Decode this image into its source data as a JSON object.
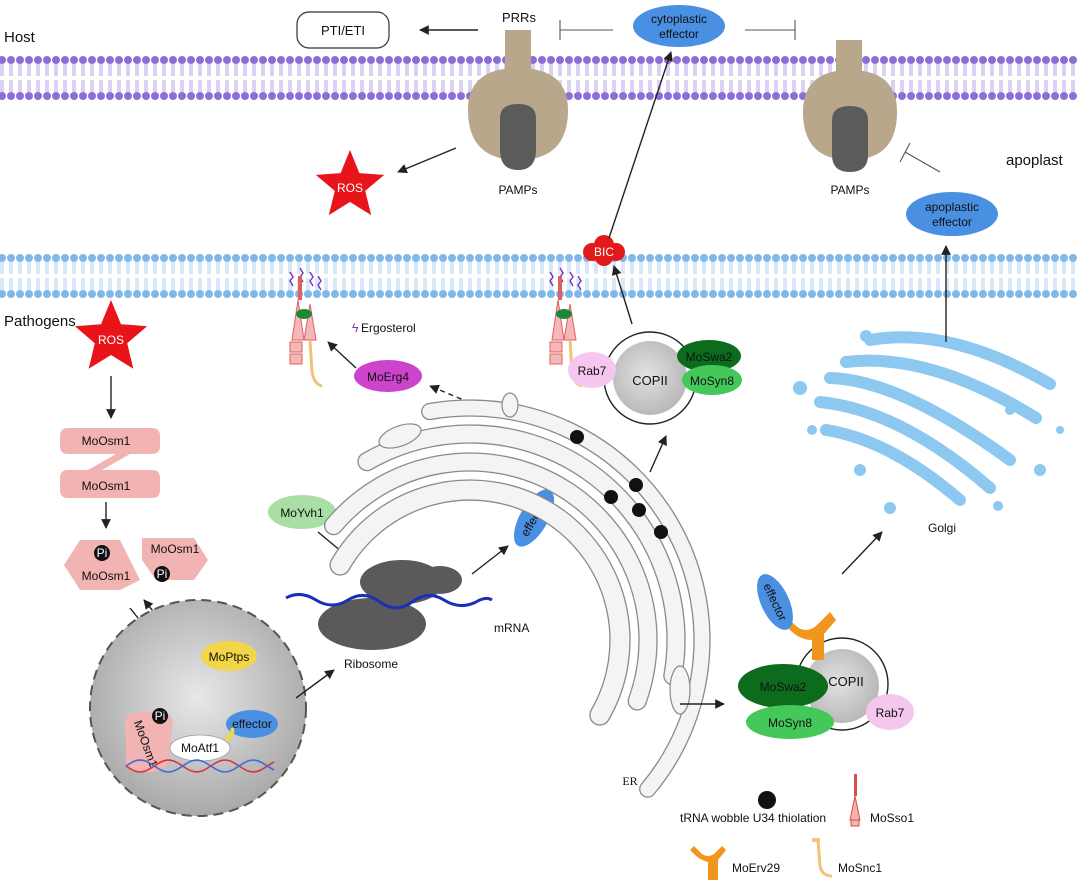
{
  "labels": {
    "host": "Host",
    "pathogens": "Pathogens",
    "apoplast": "apoplast",
    "pti_eti": "PTI/ETI",
    "prrs": "PRRs",
    "pamps_left": "PAMPs",
    "pamps_right": "PAMPs",
    "ros_host": "ROS",
    "ros_pathogen": "ROS",
    "cytoplastic_effector_1": "cytoplastic",
    "cytoplastic_effector_2": "effector",
    "apoplastic_effector_1": "apoplastic",
    "apoplastic_effector_2": "effector",
    "bic": "BIC",
    "ergosterol": "Ergosterol",
    "moerg4": "MoErg4",
    "rab7_top": "Rab7",
    "copii_top": "COPII",
    "moswa2_top": "MoSwa2",
    "mosyn8_top": "MoSyn8",
    "moosm1_a": "MoOsm1",
    "moosm1_b": "MoOsm1",
    "moosm1_c": "MoOsm1",
    "moosm1_d": "MoOsm1",
    "moosm1_nuc": "MoOsm1",
    "pi": "Pi",
    "moyvh1": "MoYvh1",
    "ribosome": "Ribosome",
    "mrna": "mRNA",
    "effector_er": "effector",
    "moptps": "MoPtps",
    "effector_nuc": "effector",
    "moatf1": "MoAtf1",
    "er": "ER",
    "golgi": "Golgi",
    "effector_copii": "effector",
    "moswa2_bottom": "MoSwa2",
    "copii_bottom": "COPII",
    "mosyn8_bottom": "MoSyn8",
    "rab7_bottom": "Rab7"
  },
  "legend": {
    "trna": "tRNA wobble U34 thiolation",
    "mosso1": "MoSso1",
    "moerv29": "MoErv29",
    "mosnc1": "MoSnc1"
  },
  "colors": {
    "membrane_host": "#8b6fd6",
    "membrane_pathogen": "#7fb7e6",
    "receptor": "#b8a78a",
    "pamp": "#5b5b5b",
    "ros": "#e8141a",
    "effector": "#4a90e2",
    "moosm1": "#f2b3b3",
    "moerg4": "#cc44cc",
    "rab7": "#f5c6ee",
    "moswa2": "#0d6b1e",
    "mosyn8": "#45c85a",
    "moyvh1": "#a9dfa5",
    "moptps": "#f2d648",
    "golgi": "#8cc8f0",
    "moerv29": "#f0961e"
  }
}
